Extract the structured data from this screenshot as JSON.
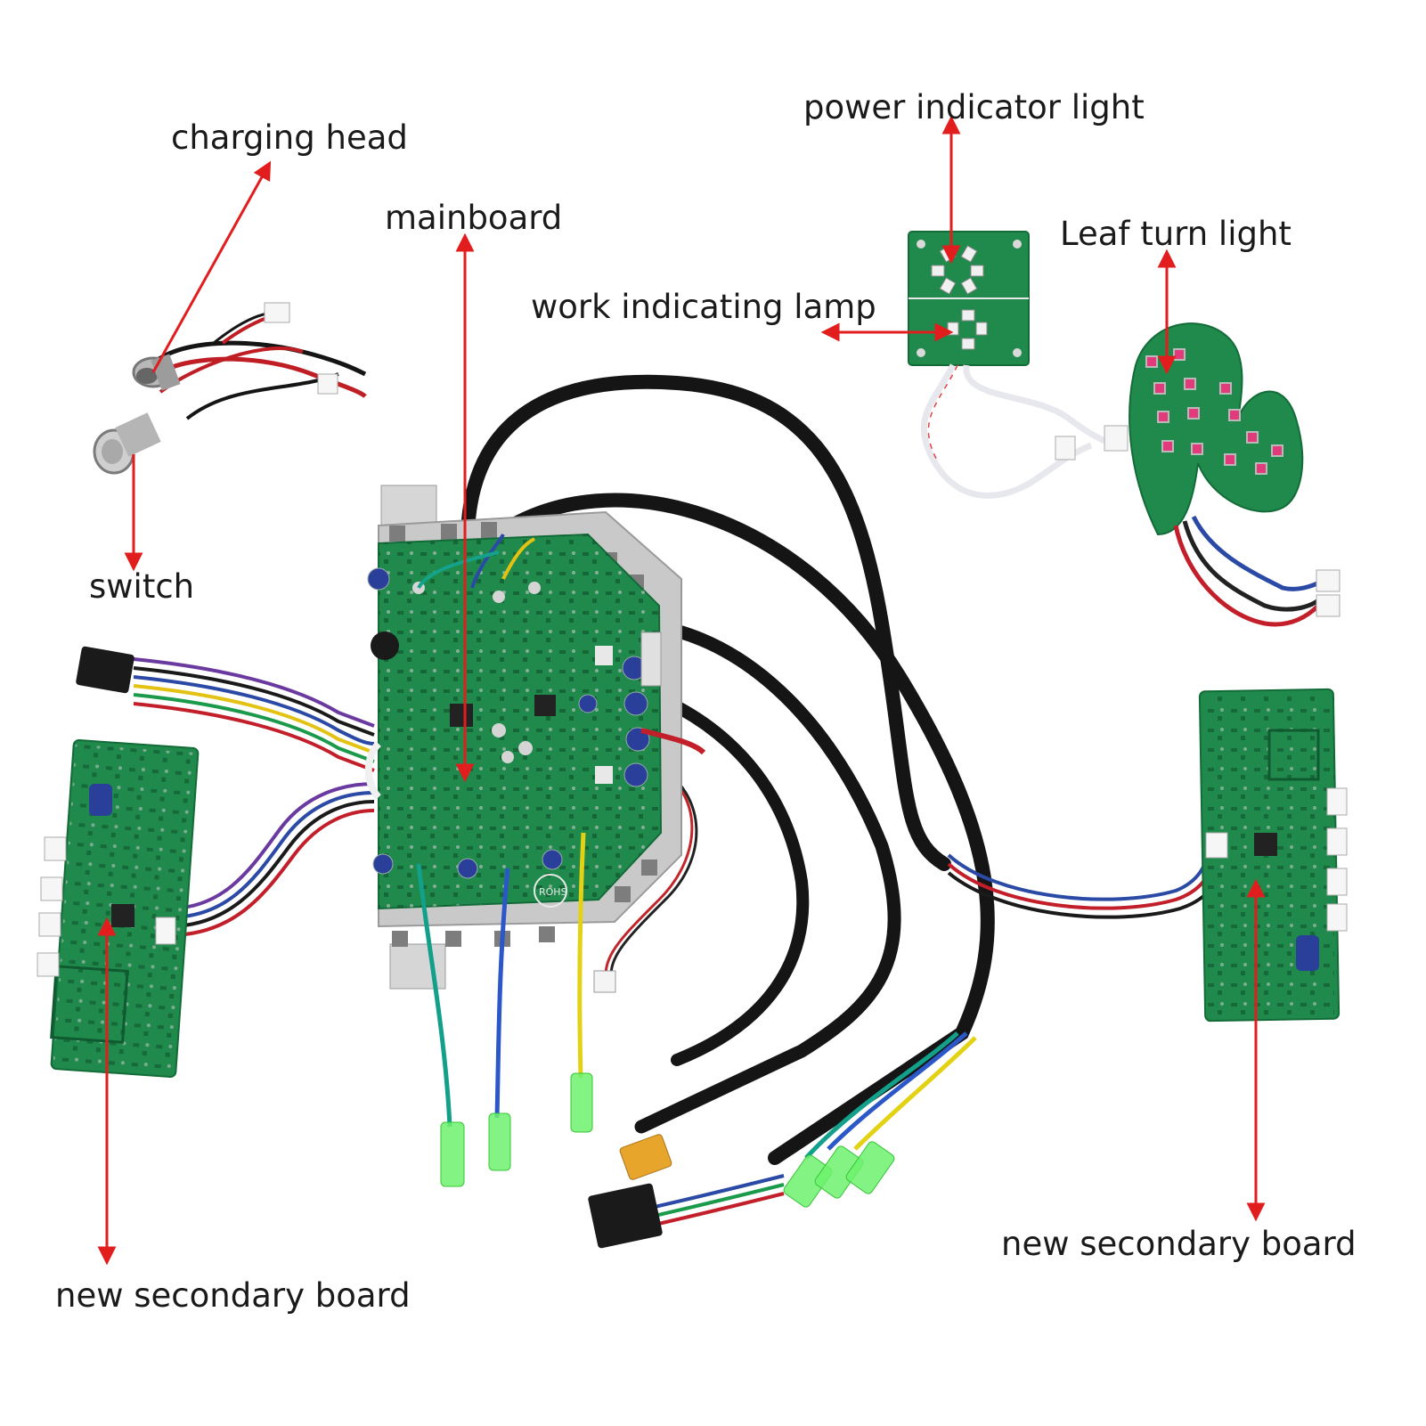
{
  "labels": {
    "charging_head": "charging head",
    "switch": "switch",
    "mainboard": "mainboard",
    "power_indicator_light": "power indicator light",
    "work_indicating_lamp": "work indicating lamp",
    "leaf_turn_light": "Leaf turn light",
    "new_secondary_board_left": "new secondary board",
    "new_secondary_board_right": "new secondary board"
  },
  "board_marks": {
    "rohs": "ROHS"
  },
  "colors": {
    "arrow": "#e21d1d",
    "pcb": "#1f8a4c",
    "pcb_dark": "#146a38",
    "cable": "#151515",
    "heatsink": "#c9c9c9"
  }
}
